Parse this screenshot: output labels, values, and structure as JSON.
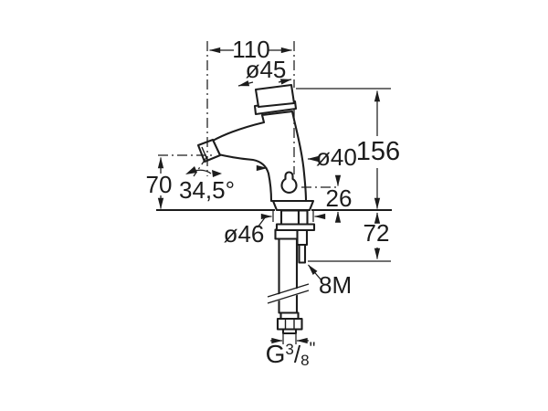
{
  "drawing": {
    "kind": "faucet-installation-dimension-drawing",
    "background_color": "#ffffff",
    "line_color": "#1c1c1c",
    "labels": {
      "spout_reach": "110",
      "knob_diameter": "ø45",
      "body_diameter": "ø40",
      "total_height": "156",
      "spout_height": "70",
      "spout_angle": "34,5°",
      "outlet_to_deck": "26",
      "under_deck_length": "72",
      "base_diameter": "ø46",
      "stud_thread": "8M",
      "supply_thread_letter": "G",
      "supply_thread_numerator": "3",
      "supply_thread_slash": "/",
      "supply_thread_denominator": "8",
      "supply_thread_quote": "\""
    }
  }
}
